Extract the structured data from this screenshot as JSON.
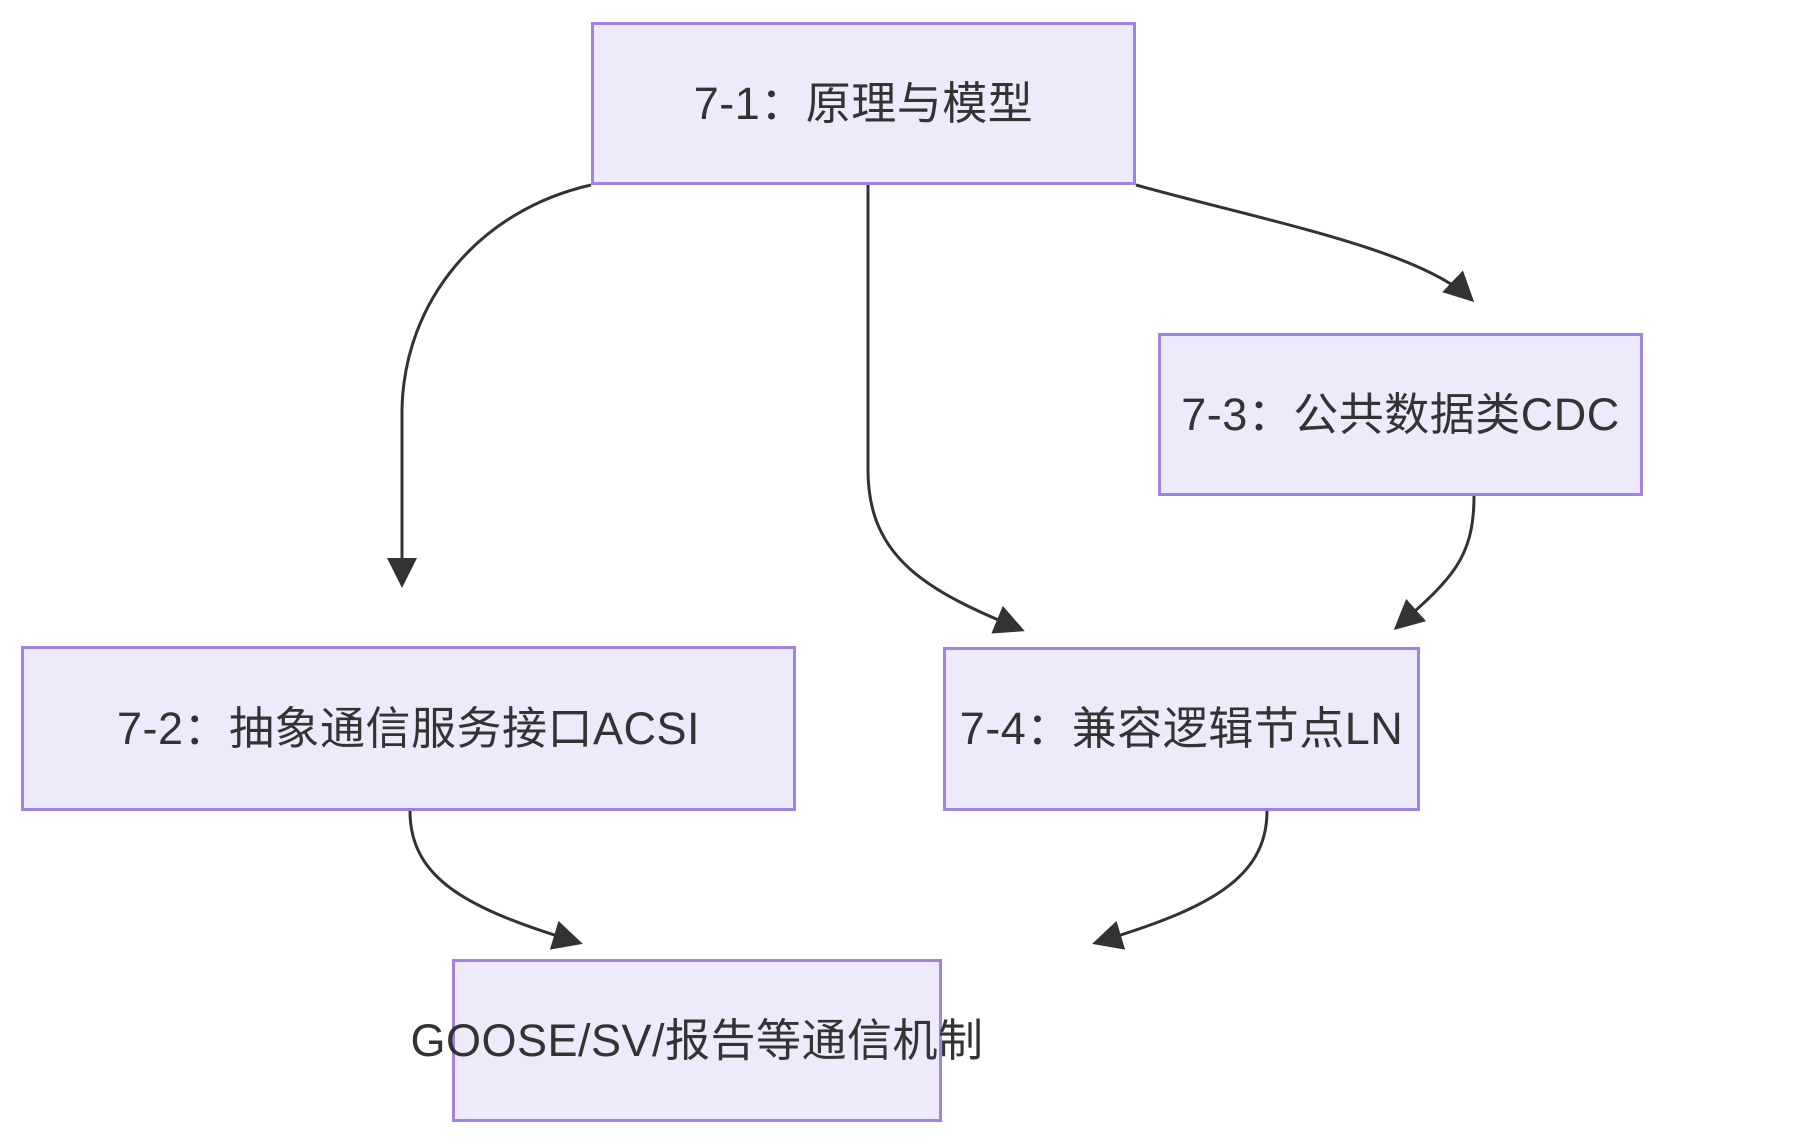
{
  "diagram": {
    "type": "flowchart",
    "direction": "top-down",
    "background_color": "#FFFFFF",
    "node_fill_color": "#ECEAFB",
    "node_border_color": "#A283E4",
    "node_text_color": "#333333",
    "edge_color": "#333333",
    "nodes": [
      {
        "id": "n71",
        "label": "7-1：原理与模型"
      },
      {
        "id": "n73",
        "label": "7-3：公共数据类CDC"
      },
      {
        "id": "n72",
        "label": "7-2：抽象通信服务接口ACSI"
      },
      {
        "id": "n74",
        "label": "7-4：兼容逻辑节点LN"
      },
      {
        "id": "nbottom",
        "label": "GOOSE/SV/报告等通信机制"
      }
    ],
    "edges": [
      {
        "from": "n71",
        "to": "n72",
        "arrow": "arrowhead-down"
      },
      {
        "from": "n71",
        "to": "n73",
        "arrow": "arrowhead-down"
      },
      {
        "from": "n71",
        "to": "n74",
        "arrow": "arrowhead-down"
      },
      {
        "from": "n73",
        "to": "n74",
        "arrow": "arrowhead-down"
      },
      {
        "from": "n72",
        "to": "nbottom",
        "arrow": "arrowhead-down"
      },
      {
        "from": "n74",
        "to": "nbottom",
        "arrow": "arrowhead-down"
      }
    ]
  }
}
